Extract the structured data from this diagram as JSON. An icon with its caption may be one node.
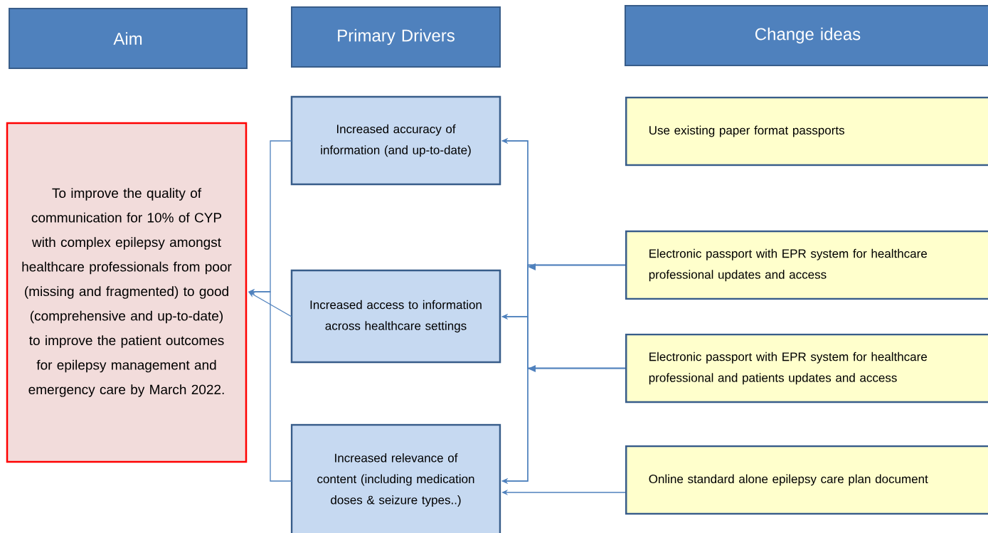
{
  "diagram": {
    "nodes": [
      {
        "text": [
          "Aim"
        ]
      },
      {
        "text": [
          "Primary Drivers"
        ]
      },
      {
        "text": [
          "Change ideas"
        ]
      },
      {
        "text": [
          "To improve the quality of communication for 10% of CYP with complex epilepsy amongst healthcare professionals from poor (missing and fragmented) to good (comprehensive and up-to-date) to improve the patient outcomes for epilepsy management and emergency care by March 2022."
        ]
      },
      {
        "text": [
          "Increased accuracy of information (and up-to-date)"
        ]
      },
      {
        "text": [
          "Increased access to information across healthcare settings"
        ]
      },
      {
        "text": [
          "Increased relevance of content (including medication doses & seizure types..)"
        ]
      },
      {
        "text": [
          "Use existing paper format passports"
        ]
      },
      {
        "text": [
          "Electronic passport with EPR system for healthcare professional updates and access"
        ]
      },
      {
        "text": [
          "Electronic passport with EPR system for healthcare professional and patients updates and access"
        ]
      },
      {
        "text": [
          "Online standard alone epilepsy care plan document"
        ]
      }
    ],
    "edges": [
      {
        "from": 4,
        "to": 3,
        "arrow": "to"
      },
      {
        "from": 5,
        "to": 3,
        "arrow": "to"
      },
      {
        "from": 6,
        "to": 3,
        "arrow": "to"
      },
      {
        "from": 8,
        "to": 4,
        "arrow": "to"
      },
      {
        "from": 8,
        "to": 5,
        "arrow": "to"
      },
      {
        "from": 8,
        "to": 6,
        "arrow": "to"
      },
      {
        "from": 9,
        "to": 4,
        "arrow": "to"
      },
      {
        "from": 9,
        "to": 5,
        "arrow": "to"
      },
      {
        "from": 9,
        "to": 6,
        "arrow": "to"
      },
      {
        "from": 10,
        "to": 6,
        "arrow": "to"
      }
    ]
  }
}
